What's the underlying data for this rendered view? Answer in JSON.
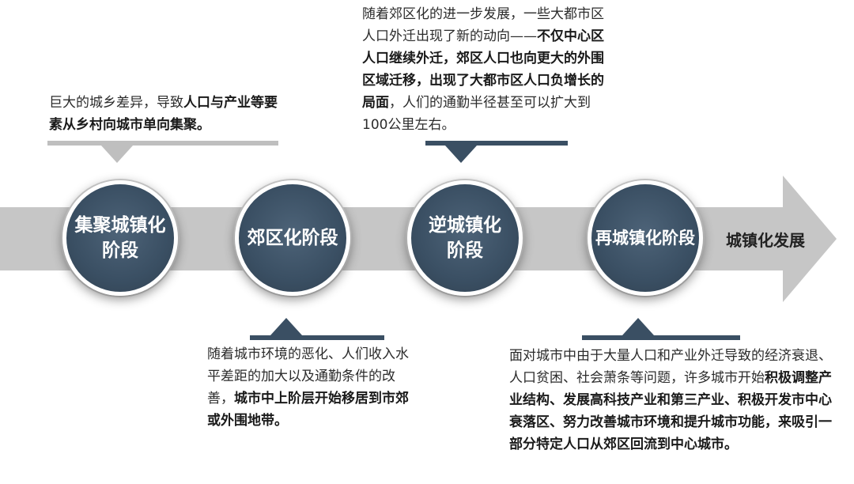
{
  "stages": [
    {
      "label": "集聚城镇化阶段"
    },
    {
      "label": "郊区化阶段"
    },
    {
      "label": "逆城镇化阶段"
    },
    {
      "label": "再城镇化阶段"
    }
  ],
  "end_label": "城镇化发展",
  "descriptions": {
    "stage1": {
      "plain_1": "巨大的城乡差异，导致",
      "bold_1": "人口与产业等要素从乡村向城市单向集聚。"
    },
    "stage2": {
      "plain_1": "随着城市环境的恶化、人们收入水平差距的加大以及通勤条件的改善，",
      "bold_1": "城市中上阶层开始移居到市郊或外围地带。"
    },
    "stage3": {
      "plain_1": "随着郊区化的进一步发展，一些大都市区人口外迁出现了新的动向——",
      "bold_1": "不仅中心区人口继续外迁，郊区人口也向更大的外围区域迁移，出现了大都市区人口负增长的局面",
      "plain_2": "，人们的通勤半径甚至可以扩大到100公里左右。"
    },
    "stage4": {
      "plain_1": "面对城市中由于大量人口和产业外迁导致的经济衰退、人口贫困、社会萧条等问题，许多城市开始",
      "bold_1": "积极调整产业结构、发展高科技产业和第三产业、积极开发市中心衰落区、努力改善城市环境和提升城市功能，来吸引一部分特定人口从郊区回流到中心城市。"
    }
  },
  "colors": {
    "arrow": "#c6c6c6",
    "circle": "#3a4f63",
    "bar_grey": "#bfbfbf",
    "bar_dark": "#3a4f63"
  }
}
